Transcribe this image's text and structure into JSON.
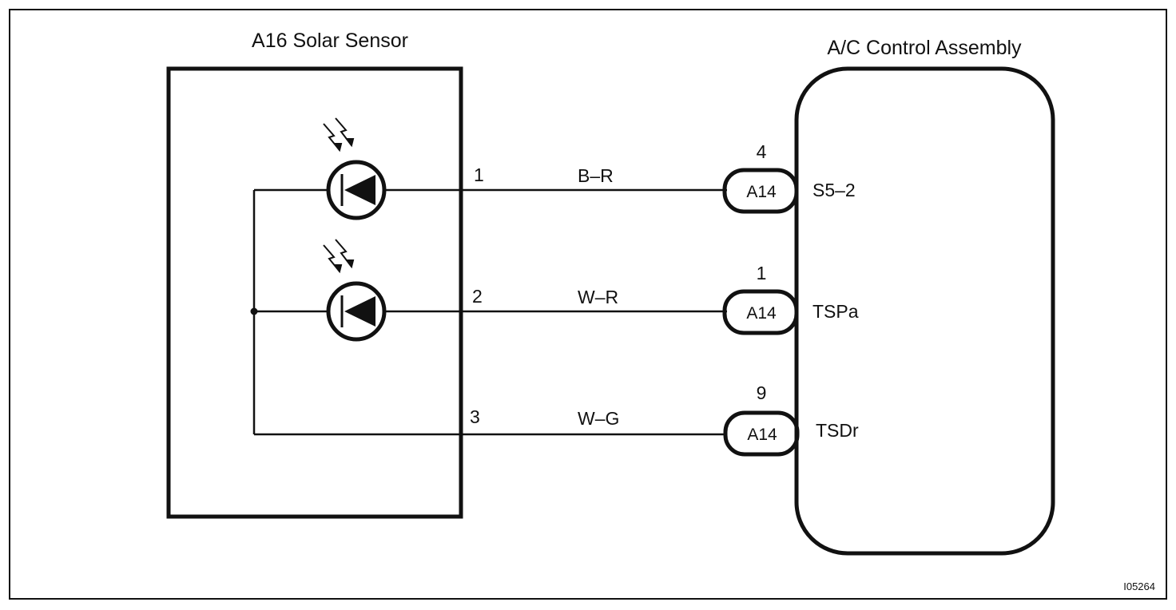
{
  "sensor": {
    "title": "A16 Solar Sensor"
  },
  "control": {
    "title": "A/C Control Assembly"
  },
  "circuits": [
    {
      "sensor_pin": "1",
      "wire_color": "B–R",
      "connector": "A14",
      "connector_pin": "4",
      "terminal": "S5–2"
    },
    {
      "sensor_pin": "2",
      "wire_color": "W–R",
      "connector": "A14",
      "connector_pin": "1",
      "terminal": "TSPa"
    },
    {
      "sensor_pin": "3",
      "wire_color": "W–G",
      "connector": "A14",
      "connector_pin": "9",
      "terminal": "TSDr"
    }
  ],
  "icons": [
    "photodiode-icon",
    "light-rays-icon",
    "junction-dot-icon"
  ],
  "figure_id": "I05264"
}
